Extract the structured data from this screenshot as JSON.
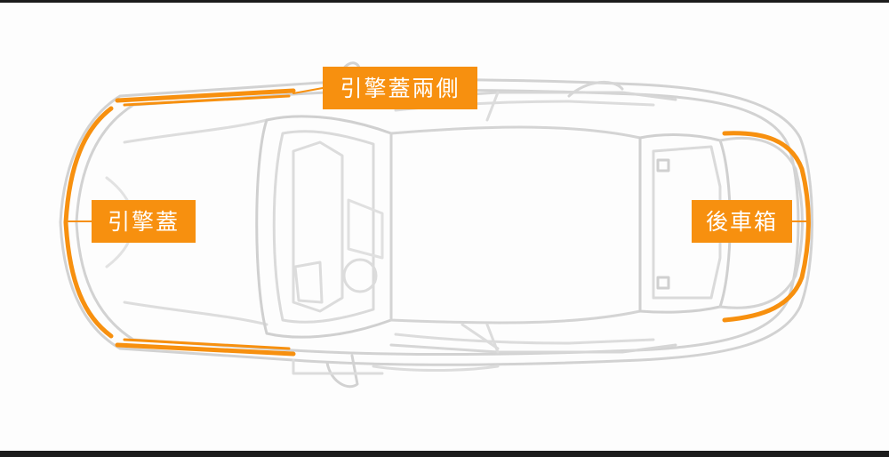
{
  "labels": {
    "hood_sides": "引擎蓋兩側",
    "hood": "引擎蓋",
    "trunk": "後車箱"
  },
  "colors": {
    "accent": "#f7900f",
    "outline": "#cfcfcf",
    "background": "#fdfdfd"
  }
}
